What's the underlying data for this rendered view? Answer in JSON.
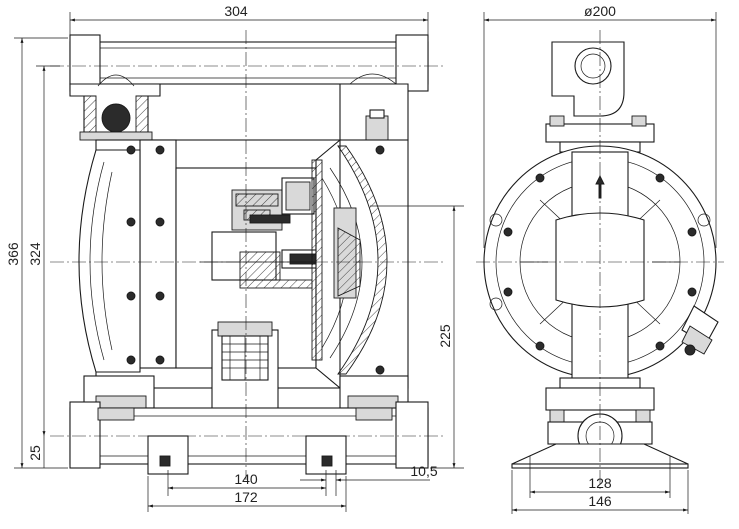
{
  "dimensions": {
    "overall_width": "304",
    "diameter": "ø200",
    "overall_height": "366",
    "body_height": "324",
    "outlet_height": "225",
    "base_height": "25",
    "inner_width": "140",
    "offset": "10,5",
    "base_width": "172",
    "side_inner_width": "128",
    "side_base_width": "146"
  }
}
